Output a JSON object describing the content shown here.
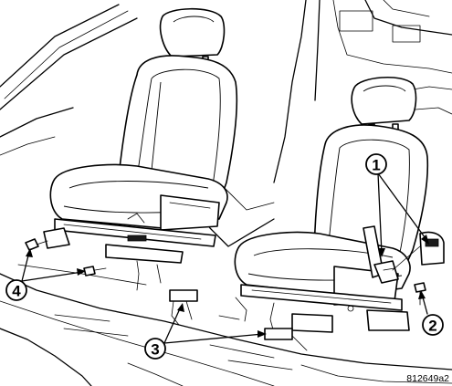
{
  "figure_id": "812649a2",
  "callouts": [
    {
      "number": "1"
    },
    {
      "number": "2"
    },
    {
      "number": "3"
    },
    {
      "number": "4"
    }
  ]
}
